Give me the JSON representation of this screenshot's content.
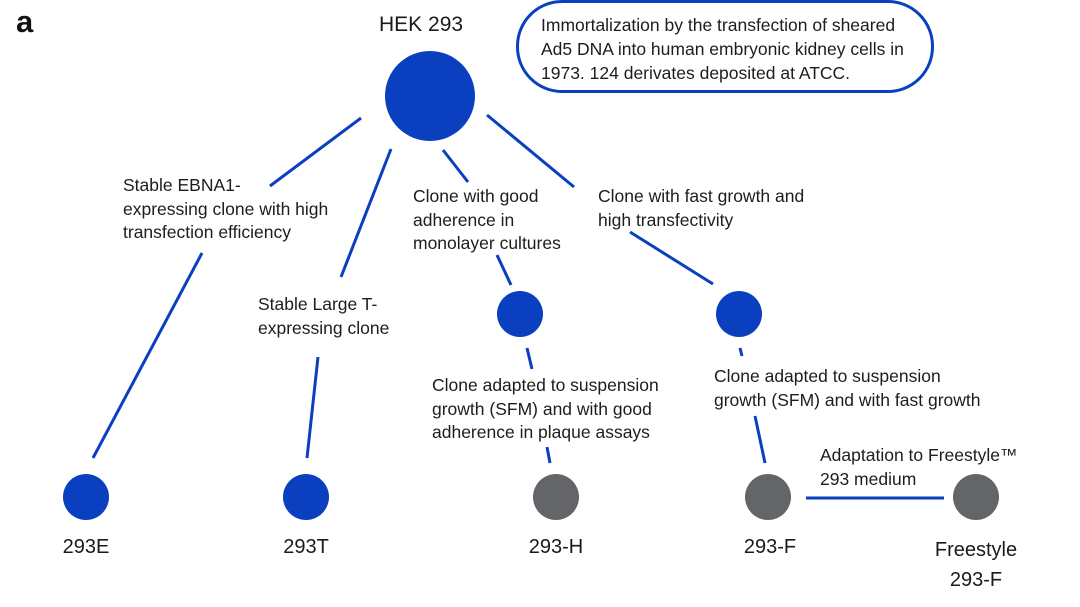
{
  "panel_label": "a",
  "colors": {
    "primary_blue": "#0a3fc0",
    "node_gray": "#646568",
    "text": "#1d1d1d",
    "background": "#ffffff"
  },
  "root": {
    "title": "HEK 293",
    "node_color": "blue"
  },
  "callout": {
    "lines": [
      "Immortalization by the transfection of sheared",
      "Ad5 DNA into human embryonic kidney cells in",
      "1973. 124 derivates deposited at ATCC."
    ]
  },
  "branches": [
    {
      "description_lines": [
        "Stable EBNA1-",
        "expressing clone with high",
        "transfection efficiency"
      ],
      "final_node": {
        "label": "293E",
        "color": "blue"
      }
    },
    {
      "description_lines": [
        "Stable Large T-",
        "expressing clone"
      ],
      "final_node": {
        "label": "293T",
        "color": "blue"
      }
    },
    {
      "description_lines": [
        "Clone with good",
        "adherence in",
        "monolayer cultures"
      ],
      "intermediate_node": {
        "color": "blue"
      },
      "sub_description_lines": [
        "Clone adapted to suspension",
        "growth (SFM) and with good",
        "adherence in plaque assays"
      ],
      "final_node": {
        "label": "293-H",
        "color": "gray"
      }
    },
    {
      "description_lines": [
        "Clone with fast growth and",
        "high transfectivity"
      ],
      "intermediate_node": {
        "color": "blue"
      },
      "sub_description_lines": [
        "Clone adapted to suspension",
        "growth (SFM) and with fast growth"
      ],
      "final_node": {
        "label": "293-F",
        "color": "gray"
      }
    }
  ],
  "adaptation": {
    "description_lines": [
      "Adaptation to Freestyle™",
      "293 medium"
    ],
    "final_node": {
      "label_lines": [
        "Freestyle",
        "293-F"
      ],
      "color": "gray"
    }
  }
}
